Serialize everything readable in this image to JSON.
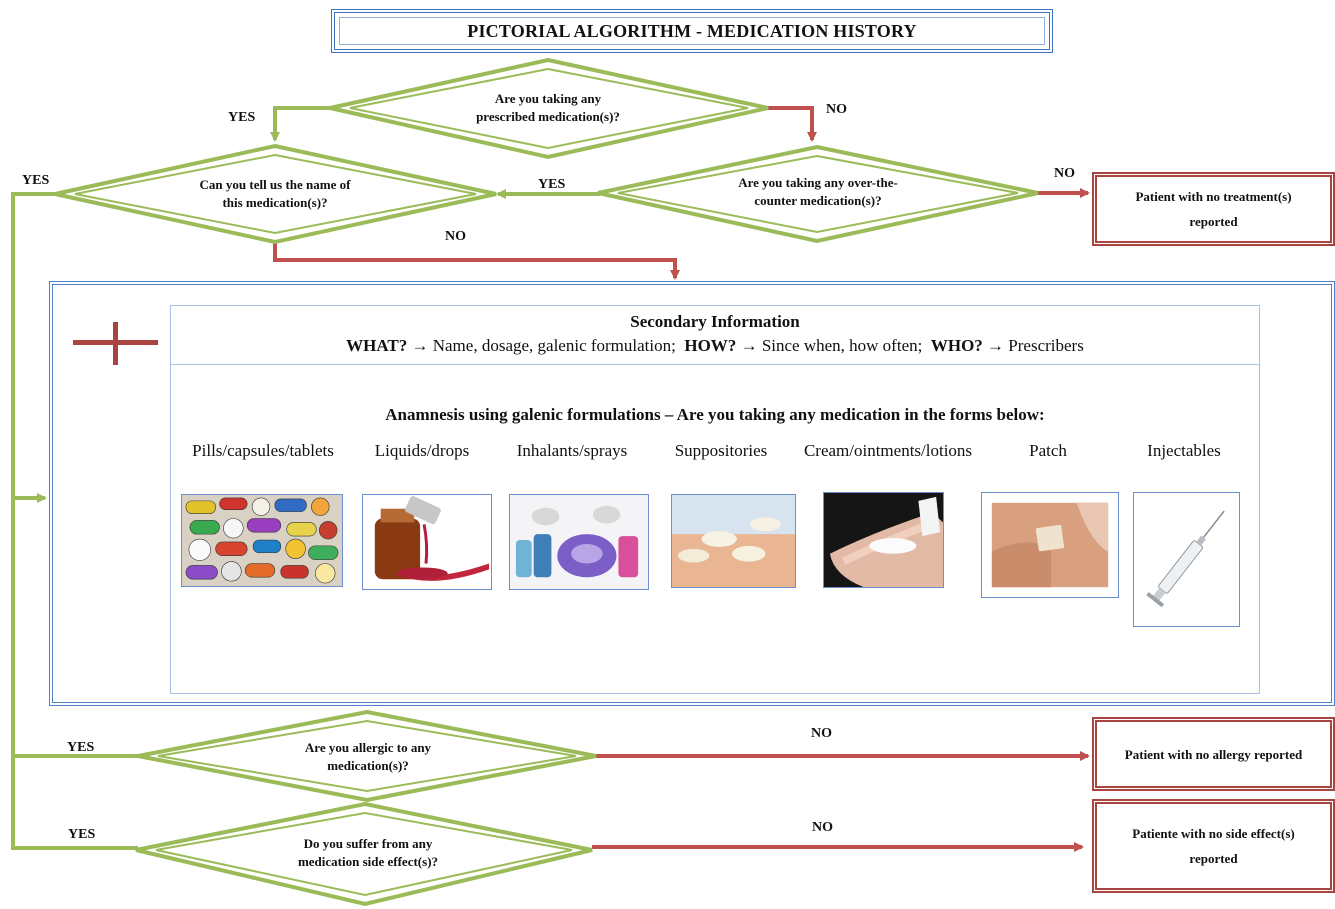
{
  "title": "PICTORIAL ALGORITHM - MEDICATION HISTORY",
  "questions": {
    "q1_line1": "Are you taking any",
    "q1_line2": "prescribed medication(s)?",
    "q2_line1": "Can you tell us the name of",
    "q2_line2": "this medication(s)?",
    "q3_line1": "Are you taking any over-the-",
    "q3_line2": "counter medication(s)?",
    "q4_line1": "Are you allergic to any",
    "q4_line2": "medication(s)?",
    "q5_line1": "Do you suffer from any",
    "q5_line2": "medication side effect(s)?"
  },
  "labels": {
    "yes": "YES",
    "no": "NO"
  },
  "outcomes": {
    "no_treatment_line1": "Patient with no treatment(s)",
    "no_treatment_line2": "reported",
    "no_allergy": "Patient with no allergy reported",
    "no_side_effect_line1": "Patiente with no side effect(s)",
    "no_side_effect_line2": "reported"
  },
  "secondary": {
    "heading": "Secondary Information",
    "what_key": "WHAT?",
    "what_val": "Name, dosage, galenic formulation;",
    "how_key": "HOW?",
    "how_val": "Since when, how often;",
    "who_key": "WHO?",
    "who_val": "Prescribers",
    "arrow": "→"
  },
  "anamnesis": "Anamnesis using galenic formulations – Are you taking any medication in the forms below:",
  "forms": [
    "Pills/capsules/tablets",
    "Liquids/drops",
    "Inhalants/sprays",
    "Suppositories",
    "Cream/ointments/lotions",
    "Patch",
    "Injectables"
  ],
  "colors": {
    "yes_path": "#9bbb59",
    "no_path": "#c0504d",
    "panel_border": "#4f82c8",
    "end_box_border": "#a94440"
  }
}
